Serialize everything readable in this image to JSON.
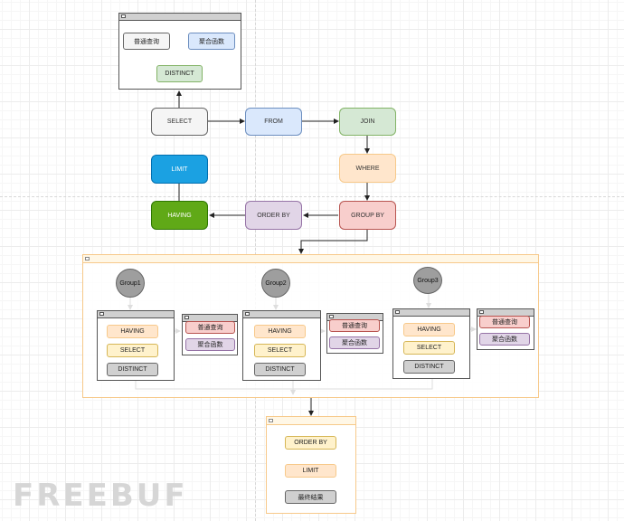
{
  "top_box": {
    "normal_query": "普通查询",
    "aggregate": "聚合函数",
    "distinct": "DISTINCT"
  },
  "flow": {
    "select": "SELECT",
    "from": "FROM",
    "join": "JOIN",
    "where": "WHERE",
    "group_by": "GROUP BY",
    "order_by": "ORDER BY",
    "having": "HAVING",
    "limit": "LIMIT"
  },
  "groups": [
    {
      "name": "Group1",
      "having": "HAVING",
      "select": "SELECT",
      "distinct": "DISTINCT",
      "normal_query": "普通查询",
      "aggregate": "聚合函数"
    },
    {
      "name": "Group2",
      "having": "HAVING",
      "select": "SELECT",
      "distinct": "DISTINCT",
      "normal_query": "普通查询",
      "aggregate": "聚合函数"
    },
    {
      "name": "Group3",
      "having": "HAVING",
      "select": "SELECT",
      "distinct": "DISTINCT",
      "normal_query": "普通查询",
      "aggregate": "聚合函数"
    }
  ],
  "bottom_box": {
    "order_by": "ORDER BY",
    "limit": "LIMIT",
    "final_result": "最终结果"
  },
  "watermark": "FREEBUF",
  "colors": {
    "select_fill": "#f5f5f5",
    "from_fill": "#dae8fc",
    "join_fill": "#d5e8d4",
    "where_fill": "#ffe6cc",
    "group_by_fill": "#f8cecc",
    "order_by_fill": "#e1d5e7",
    "having_fill": "#60a917",
    "limit_fill": "#1ba1e2",
    "yellow_chip": "#fff2cc",
    "orange_border": "#f7c98a"
  }
}
